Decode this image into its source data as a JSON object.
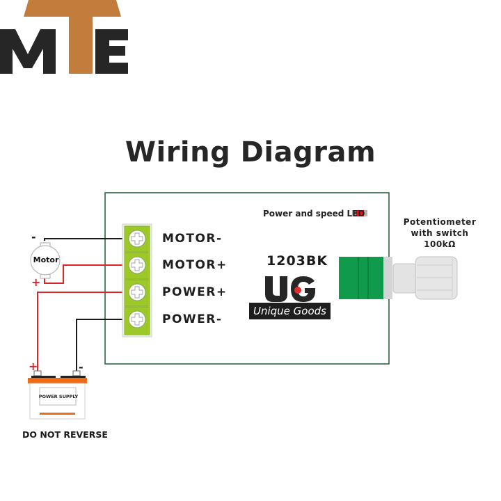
{
  "brand": {
    "logo_letters": [
      "M",
      "T",
      "E"
    ],
    "colors": {
      "dark": "#262626",
      "accent": "#c27d3c"
    }
  },
  "diagram": {
    "title": "Wiring Diagram",
    "board": {
      "model": "1203BK",
      "led_label": "Power and speed LED",
      "brand_mark": "UG",
      "brand_name": "Unique Goods",
      "border_color": "#1f5a36"
    },
    "terminals": [
      {
        "label": "MOTOR-",
        "wire_color": "#1a1a1a"
      },
      {
        "label": "MOTOR+",
        "wire_color": "#d8262b"
      },
      {
        "label": "POWER+",
        "wire_color": "#d8262b"
      },
      {
        "label": "POWER-",
        "wire_color": "#1a1a1a"
      }
    ],
    "terminal_block_color": "#9cc828",
    "motor": {
      "label": "Motor",
      "neg_sign": "-",
      "pos_sign": "+"
    },
    "potentiometer": {
      "label_lines": [
        "Potentiometer",
        "with switch",
        "100kΩ"
      ],
      "body_color": "#0f9a4c"
    },
    "power_supply": {
      "label": "POWER SUPPLY",
      "pos_sign": "+",
      "neg_sign": "-",
      "warning": "DO NOT REVERSE",
      "lid_color": "#ef6c16"
    }
  }
}
